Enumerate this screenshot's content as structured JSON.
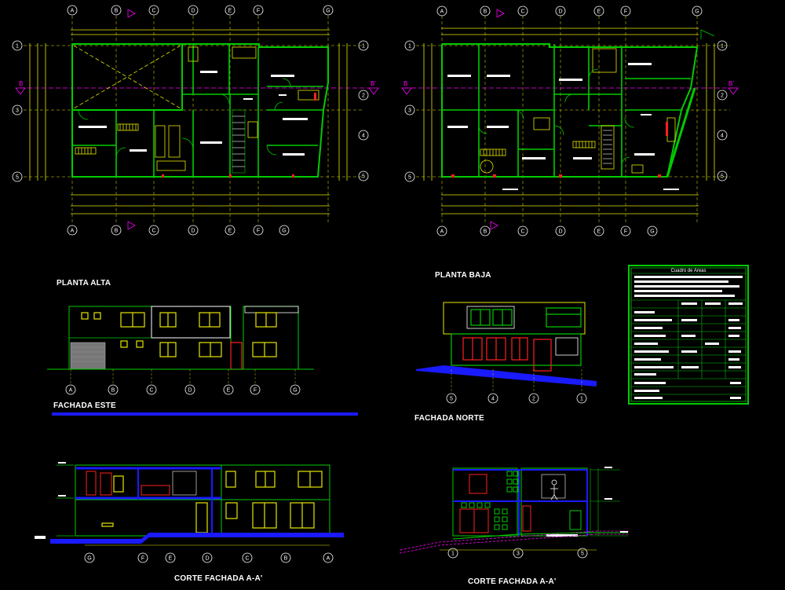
{
  "labels": {
    "planta_alta": "PLANTA ALTA",
    "planta_baja": "PLANTA BAJA",
    "fachada_este": "FACHADA ESTE",
    "fachada_norte": "FACHADA NORTE",
    "corte_1": "CORTE FACHADA A-A'",
    "corte_2": "CORTE FACHADA A-A'"
  },
  "area_table_title": "Cuadro de Areas",
  "grid_letters": [
    "A",
    "B",
    "C",
    "D",
    "E",
    "F",
    "G"
  ],
  "grid_numbers": [
    "1",
    "2",
    "3",
    "4",
    "5"
  ],
  "section_marks": [
    "B",
    "B'"
  ],
  "colors": {
    "background": "#000000",
    "wall": "#00cc00",
    "yellow": "#e6e600",
    "white": "#ffffff",
    "magenta": "#ff00ff",
    "blue": "#1a1aff",
    "red": "#ff2020",
    "cyan": "#00e5e5"
  }
}
